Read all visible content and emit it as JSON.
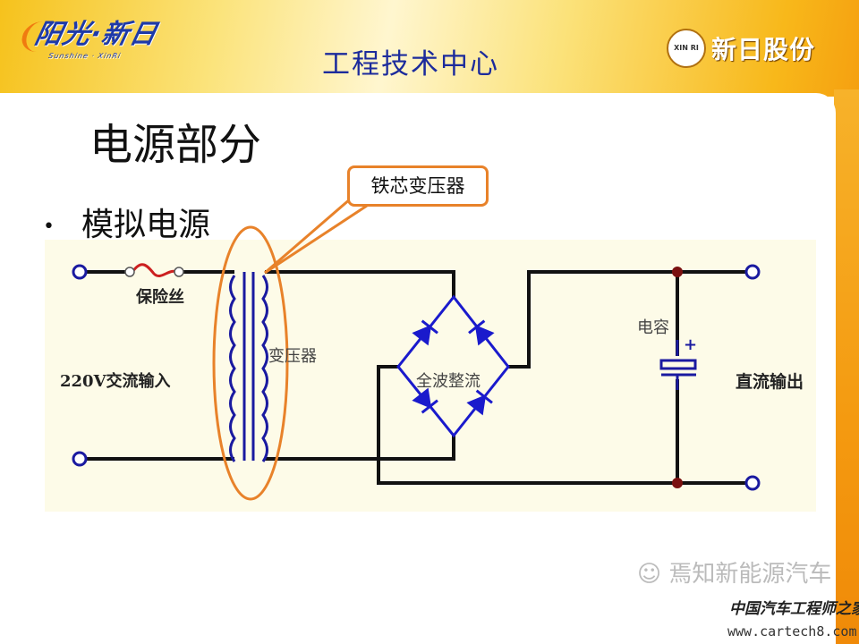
{
  "header": {
    "left_logo": "阳光·新日",
    "left_logo_sub": "Sunshine · XinRi",
    "title": "工程技术中心",
    "right_logo_mark": "XIN RI",
    "right_logo": "新日股份"
  },
  "slide": {
    "title": "电源部分",
    "bullet": "模拟电源",
    "bullet_symbol": "•"
  },
  "diagram": {
    "callout": "铁芯变压器",
    "fuse_label": "保险丝",
    "input_label": "220V交流输入",
    "transformer_label": "变压器",
    "rectifier_label": "全波整流",
    "capacitor_label": "电容",
    "capacitor_polarity": "+",
    "output_label": "直流输出",
    "colors": {
      "wire": "#111111",
      "component": "#1a1acc",
      "highlight": "#e8822a",
      "junction": "#7a1010",
      "fuse": "#cc2020",
      "background": "#fdfbe8"
    }
  },
  "watermarks": {
    "wechat": "焉知新能源汽车",
    "site_name": "中国汽车工程师之家",
    "url": "www.cartech8.com"
  }
}
